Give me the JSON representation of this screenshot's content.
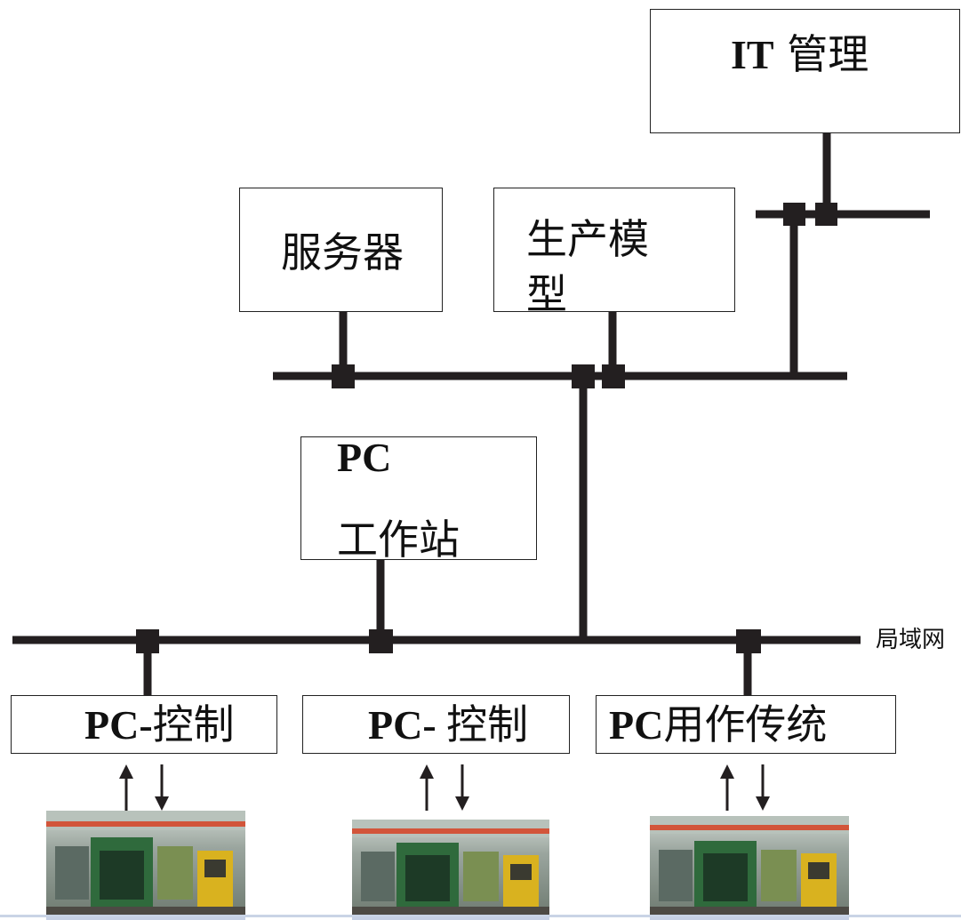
{
  "nodes": {
    "it_management": {
      "prefix": "IT",
      "text": " 管理"
    },
    "server": {
      "text": "服务器"
    },
    "production_model": {
      "line1": "生产模",
      "line2": "型"
    },
    "pc_workstation": {
      "line1": "PC",
      "line2": "工作站"
    },
    "pc_control_1": {
      "prefix": "PC-",
      "text": "控制"
    },
    "pc_control_2": {
      "prefix": "PC- ",
      "text": "控制"
    },
    "pc_traditional": {
      "prefix": "PC",
      "text": "用作传统"
    }
  },
  "network": {
    "lan_label": "局域网"
  },
  "colors": {
    "line": "#231f20",
    "box_border": "#222222",
    "background": "#ffffff"
  }
}
